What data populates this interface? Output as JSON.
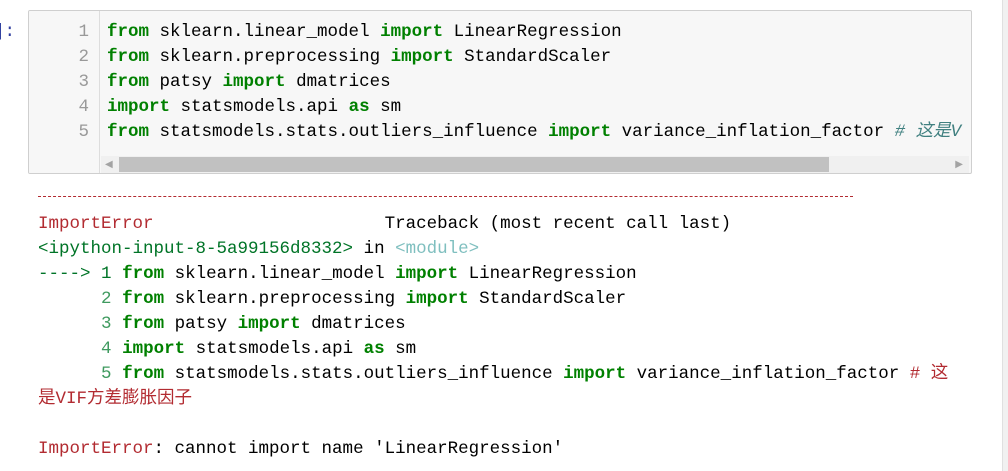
{
  "prompt": "]:",
  "code_lines": [
    {
      "n": "1",
      "parts": [
        [
          "kw",
          "from"
        ],
        [
          "",
          "sklearn.linear_model "
        ],
        [
          "kw",
          "import"
        ],
        [
          "",
          " LinearRegression"
        ]
      ]
    },
    {
      "n": "2",
      "parts": [
        [
          "kw",
          "from"
        ],
        [
          "",
          "sklearn.preprocessing "
        ],
        [
          "kw",
          "import"
        ],
        [
          "",
          " StandardScaler"
        ]
      ]
    },
    {
      "n": "3",
      "parts": [
        [
          "kw",
          "from"
        ],
        [
          "",
          "patsy "
        ],
        [
          "kw",
          "import"
        ],
        [
          "",
          " dmatrices"
        ]
      ]
    },
    {
      "n": "4",
      "parts": [
        [
          "kw",
          "import"
        ],
        [
          "",
          "statsmodels.api "
        ],
        [
          "kw",
          "as"
        ],
        [
          "",
          " sm"
        ]
      ]
    },
    {
      "n": "5",
      "parts": [
        [
          "kw",
          "from"
        ],
        [
          "",
          "statsmodels.stats.outliers_influence "
        ],
        [
          "kw",
          "import"
        ],
        [
          "",
          " variance_inflation_factor "
        ],
        [
          "cm",
          "# 这是V"
        ]
      ]
    }
  ],
  "output": {
    "error_name": "ImportError",
    "traceback_label": "                      Traceback (most recent call last)",
    "input_ref": "<ipython-input-8-5a99156d8332>",
    "in_text": " in ",
    "module": "<module>",
    "arrow": "---->",
    "tb_lines": [
      {
        "n": "1",
        "code": [
          [
            "kw",
            "from"
          ],
          [
            "",
            " sklearn.linear_model "
          ],
          [
            "kw",
            "import"
          ],
          [
            "",
            " LinearRegression"
          ]
        ]
      },
      {
        "n": "2",
        "code": [
          [
            "kw",
            "from"
          ],
          [
            "",
            " sklearn.preprocessing "
          ],
          [
            "kw",
            "import"
          ],
          [
            "",
            " StandardScaler"
          ]
        ]
      },
      {
        "n": "3",
        "code": [
          [
            "kw",
            "from"
          ],
          [
            "",
            " patsy "
          ],
          [
            "kw",
            "import"
          ],
          [
            "",
            " dmatrices"
          ]
        ]
      },
      {
        "n": "4",
        "code": [
          [
            "kw",
            "import"
          ],
          [
            "",
            " statsmodels.api "
          ],
          [
            "kw",
            "as"
          ],
          [
            "",
            " sm"
          ]
        ]
      },
      {
        "n": "5",
        "code": [
          [
            "kw",
            "from"
          ],
          [
            "",
            " statsmodels.stats.outliers_influence "
          ],
          [
            "kw",
            "import"
          ],
          [
            "",
            " variance_inflation_factor "
          ],
          [
            "red",
            "# 这"
          ]
        ]
      }
    ],
    "wrap_line": "是VIF方差膨胀因子",
    "final_msg": ": cannot import name 'LinearRegression'"
  }
}
